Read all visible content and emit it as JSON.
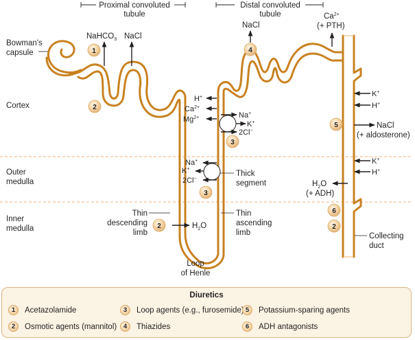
{
  "title_regions": {
    "proximal": [
      "Proximal convoluted",
      "tubule"
    ],
    "distal": [
      "Distal convoluted",
      "tubule"
    ]
  },
  "zones": {
    "cortex": "Cortex",
    "outer_medulla": [
      "Outer",
      "medulla"
    ],
    "inner_medulla": [
      "Inner",
      "medulla"
    ]
  },
  "structures": {
    "bowmans_capsule": [
      "Bowman's",
      "capsule"
    ],
    "thick_segment": [
      "Thick",
      "segment"
    ],
    "thin_descending": [
      "Thin",
      "descending",
      "limb"
    ],
    "thin_ascending": [
      "Thin",
      "ascending",
      "limb"
    ],
    "loop_of_henle": [
      "Loop",
      "of Henle"
    ],
    "collecting_duct": [
      "Collecting",
      "duct"
    ]
  },
  "ions": {
    "nahco3": {
      "base": "NaHCO",
      "sub": "3"
    },
    "nacl_proximal": "NaCl",
    "nacl_distal": "NaCl",
    "ca_pth": {
      "base": "Ca",
      "sup": "2+",
      "line2": "(+ PTH)"
    },
    "tal_out": [
      {
        "base": "H",
        "sup": "+"
      },
      {
        "base": "Ca",
        "sup": "2+"
      },
      {
        "base": "Mg",
        "sup": "2+"
      }
    ],
    "tal_in": [
      {
        "base": "Na",
        "sup": "+"
      },
      {
        "base": "K",
        "sup": "+"
      },
      {
        "base": "2Cl",
        "sup": "−"
      }
    ],
    "outer_in": [
      {
        "base": "Na",
        "sup": "+"
      },
      {
        "base": "K",
        "sup": "+"
      },
      {
        "base": "2Cl",
        "sup": "−"
      }
    ],
    "thin_h2o": {
      "base": "H",
      "sub": "2",
      "rest": "O"
    },
    "cd_k1": {
      "base": "K",
      "sup": "+"
    },
    "cd_h1": {
      "base": "H",
      "sup": "+"
    },
    "cd_nacl": [
      "NaCl",
      "(+ aldosterone)"
    ],
    "cd_k2": {
      "base": "K",
      "sup": "+"
    },
    "cd_h2": {
      "base": "H",
      "sup": "+"
    },
    "cd_h2o": {
      "base": "H",
      "sub": "2",
      "rest": "O",
      "line2": "(+ ADH)"
    }
  },
  "badges": {
    "b1": "1",
    "b2_prox": "2",
    "b3_tal": "3",
    "b3_outer": "3",
    "b4": "4",
    "b5": "5",
    "b2_thin": "2",
    "b6": "6",
    "b2_cd": "2"
  },
  "legend": {
    "title": "Diuretics",
    "items": [
      {
        "num": "1",
        "label": "Acetazolamide"
      },
      {
        "num": "2",
        "label": "Osmotic agents (mannitol)"
      },
      {
        "num": "3",
        "label": "Loop agents (e.g., furosemide)"
      },
      {
        "num": "4",
        "label": "Thiazides"
      },
      {
        "num": "5",
        "label": "Potassium-sparing agents"
      },
      {
        "num": "6",
        "label": "ADH antagonists"
      }
    ]
  },
  "colors": {
    "tubule": "#c8811f",
    "zone_line": "#f0b27a",
    "legend_bg": "#fbf3e4",
    "badge": "#f5d6a8"
  }
}
